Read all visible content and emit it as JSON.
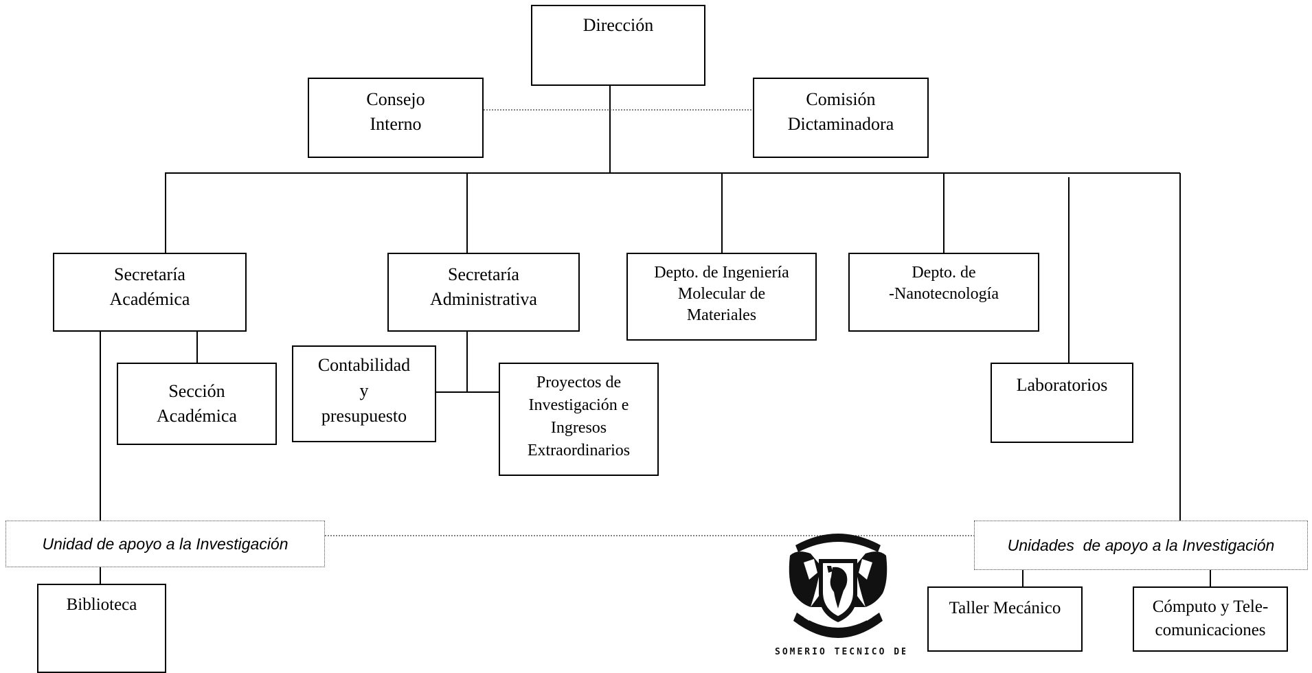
{
  "org": {
    "direccion": "Dirección",
    "consejo": [
      "Consejo",
      "Interno"
    ],
    "comision": [
      "Comisión",
      "Dictaminadora"
    ],
    "sec_academica": [
      "Secretaría",
      "Académica"
    ],
    "sec_administrativa": [
      "Secretaría",
      "Administrativa"
    ],
    "depto_ingenieria": [
      "Depto. de Ingeniería",
      "Molecular de",
      "Materiales"
    ],
    "depto_nano": [
      "Depto. de",
      "-Nanotecnología"
    ],
    "seccion_academica": [
      "Sección",
      "Académica"
    ],
    "contabilidad": [
      "Contabilidad",
      "y",
      "presupuesto"
    ],
    "proyectos": [
      "Proyectos de",
      "Investigación e",
      "Ingresos",
      "Extraordinarios"
    ],
    "laboratorios": "Laboratorios",
    "unidad_apoyo": "Unidad de apoyo a la Investigación",
    "unidades_apoyo": "Unidades  de apoyo a la Investigación",
    "biblioteca": "Biblioteca",
    "taller": "Taller Mecánico",
    "computo": [
      "Cómputo y Tele-",
      "comunicaciones"
    ]
  },
  "seal": {
    "icon": "unam-seal-icon",
    "caption": "SOMERÍO TÉCNICO DE"
  }
}
